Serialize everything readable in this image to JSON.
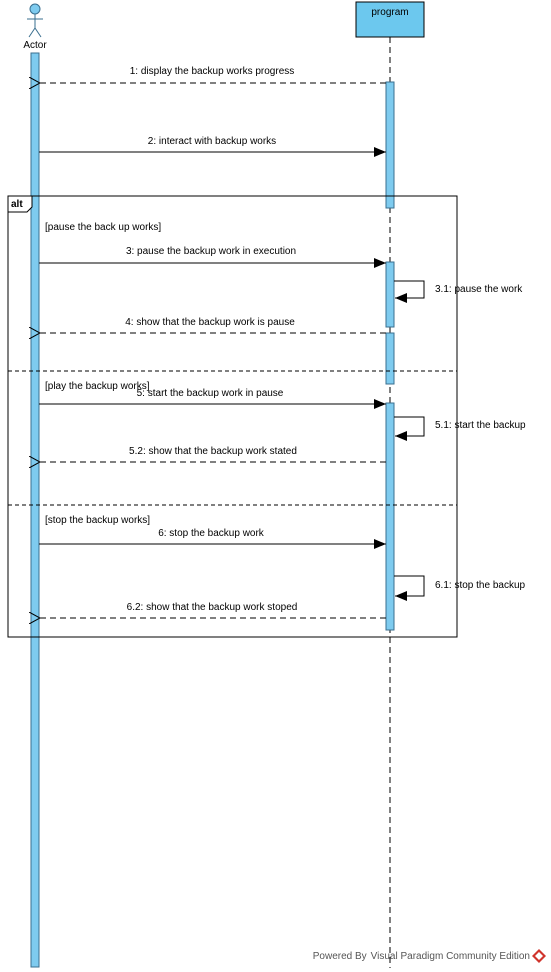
{
  "colors": {
    "activation_fill": "#7ecbef",
    "activation_stroke": "#3a6f8f",
    "participant_fill": "#6cc8ee",
    "line": "#000000",
    "watermark_logo": "#d0342c"
  },
  "participants": {
    "actor": {
      "name": "Actor",
      "icon": "actor-stick-figure-icon"
    },
    "program": {
      "name": "program"
    }
  },
  "messages": [
    {
      "id": "m1",
      "label": "1: display the backup works progress",
      "kind": "return"
    },
    {
      "id": "m2",
      "label": "2: interact with backup works",
      "kind": "sync"
    },
    {
      "id": "m3",
      "label": "3: pause  the backup work in execution",
      "kind": "sync"
    },
    {
      "id": "m31",
      "label": "3.1: pause the work",
      "kind": "self"
    },
    {
      "id": "m4",
      "label": "4: show that the backup work is pause",
      "kind": "return"
    },
    {
      "id": "m5",
      "label": "5: start the backup work in pause",
      "kind": "sync"
    },
    {
      "id": "m51",
      "label": "5.1: start the backup",
      "kind": "self"
    },
    {
      "id": "m52",
      "label": "5.2: show that the backup work stated",
      "kind": "return"
    },
    {
      "id": "m6",
      "label": "6: stop the backup work",
      "kind": "sync"
    },
    {
      "id": "m61",
      "label": "6.1: stop the backup",
      "kind": "self"
    },
    {
      "id": "m62",
      "label": "6.2: show that the backup work stoped",
      "kind": "return"
    }
  ],
  "fragment": {
    "operator": "alt",
    "guards": [
      "[pause the back up works]",
      "[play the backup works]",
      "[stop the backup works]"
    ]
  },
  "watermark": {
    "text": "Powered By  Visual Paradigm Community Edition",
    "icon": "visual-paradigm-logo-icon"
  }
}
